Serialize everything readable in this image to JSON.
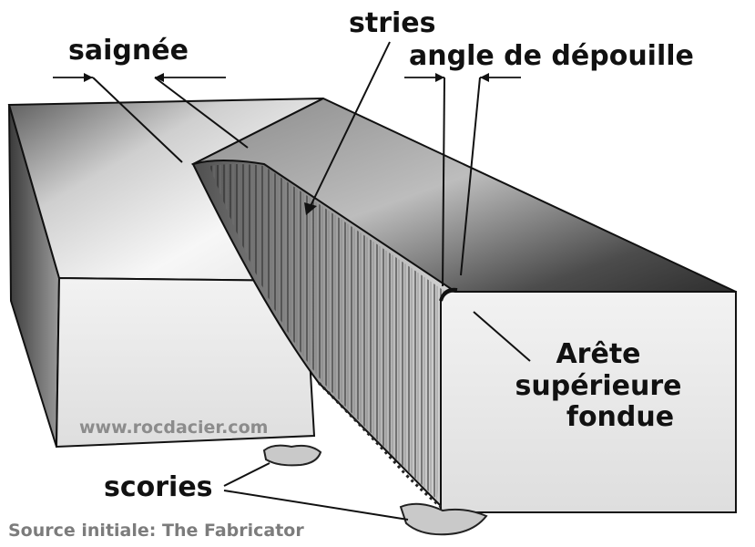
{
  "labels": {
    "kerf": "saignée",
    "striations": "stries",
    "draft_angle": "angle de dépouille",
    "melted_edge_line1": "Arête",
    "melted_edge_line2": "supérieure",
    "melted_edge_line3": "fondue",
    "dross": "scories"
  },
  "watermark": "www.rocdacier.com",
  "source": "Source initiale: The Fabricator",
  "colors": {
    "ink": "#111111",
    "watermark": "#8c8c8c",
    "face_light": "#f2f2f2",
    "face_dark": "#4a4a4a"
  }
}
